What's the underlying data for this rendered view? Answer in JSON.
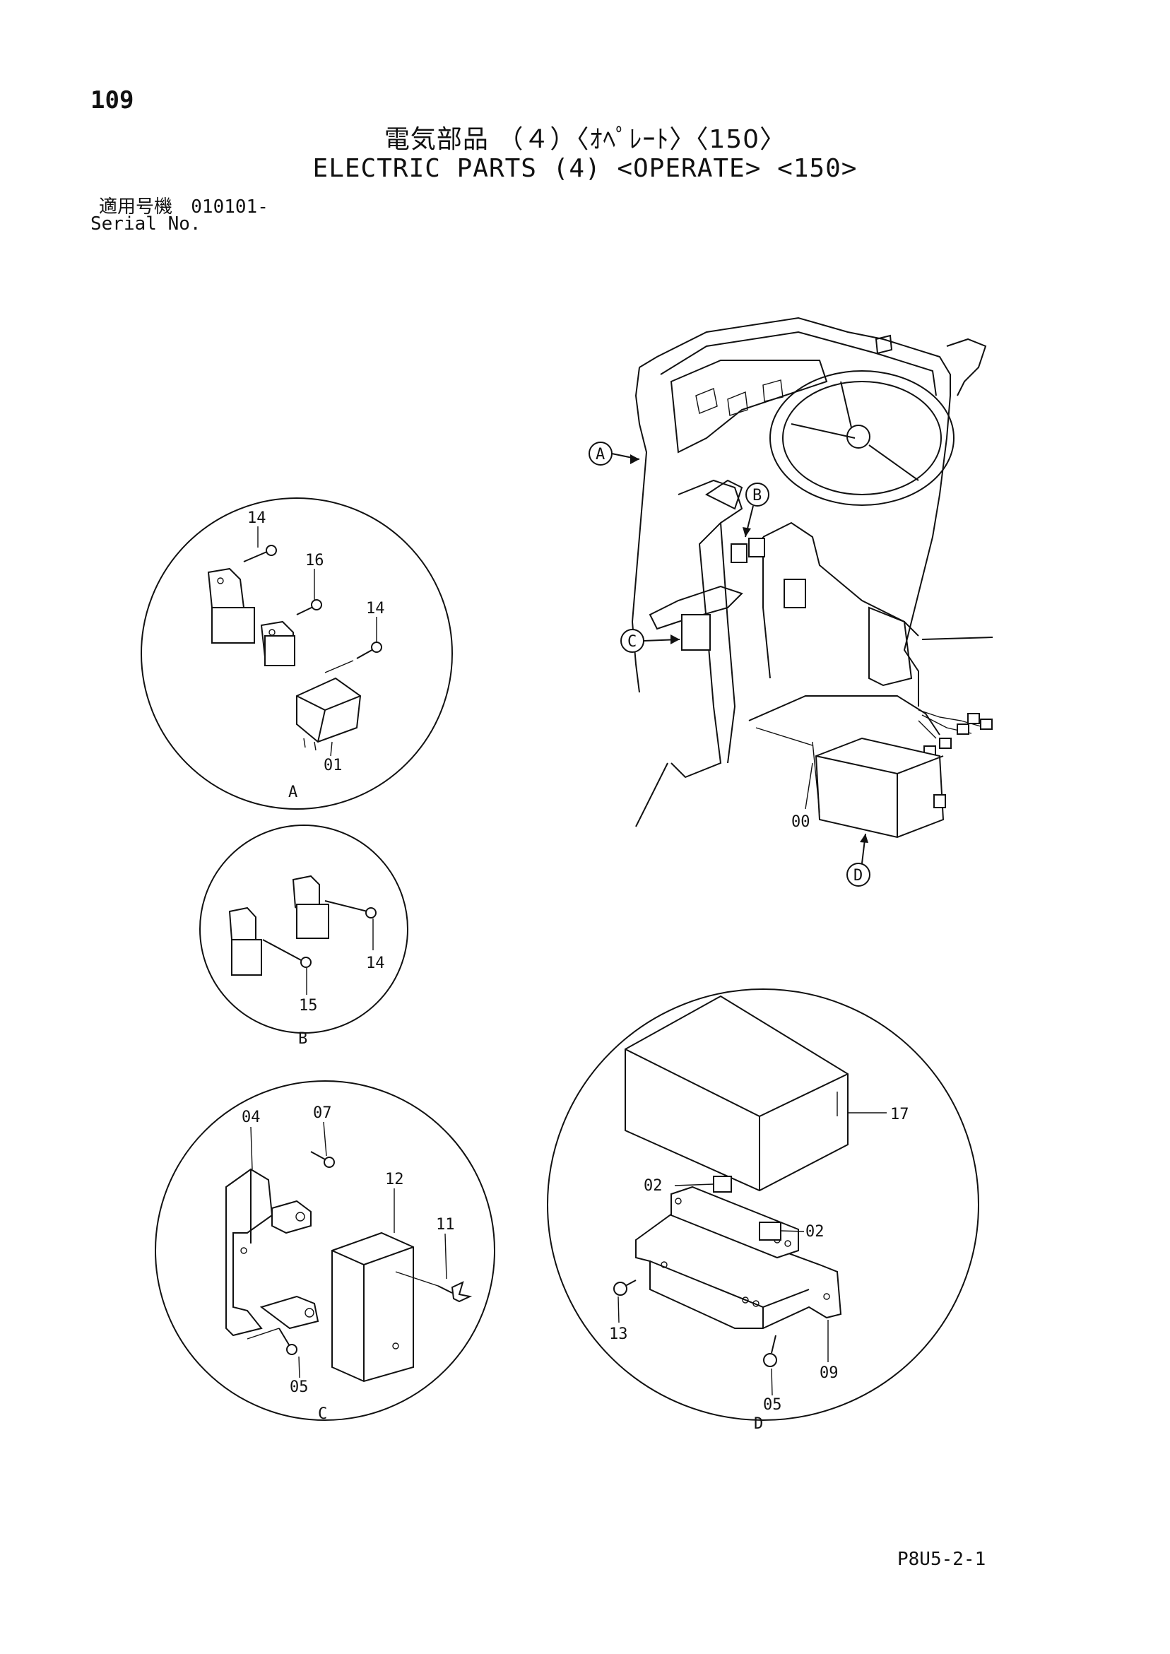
{
  "header": {
    "page_number": "109",
    "title_jp": "電気部品 （４）〈ｵﾍﾟﾚｰﾄ〉〈150〉",
    "title_en": "ELECTRIC PARTS (4) <OPERATE> <150>",
    "serial_label_jp": "適用号機",
    "serial_value": "010101-",
    "serial_label_en": "Serial No."
  },
  "footer": {
    "page_code": "P8U5-2-1"
  },
  "callouts": {
    "A": "A",
    "B": "B",
    "C": "C",
    "D": "D"
  },
  "part_labels": {
    "a_14_top": "14",
    "a_16": "16",
    "a_14_mid": "14",
    "a_01": "01",
    "b_14": "14",
    "b_15": "15",
    "c_04": "04",
    "c_07": "07",
    "c_12": "12",
    "c_11": "11",
    "c_05": "05",
    "d_17": "17",
    "d_02_left": "02",
    "d_02_right": "02",
    "d_13": "13",
    "d_05": "05",
    "d_09": "09",
    "main_00": "00"
  }
}
